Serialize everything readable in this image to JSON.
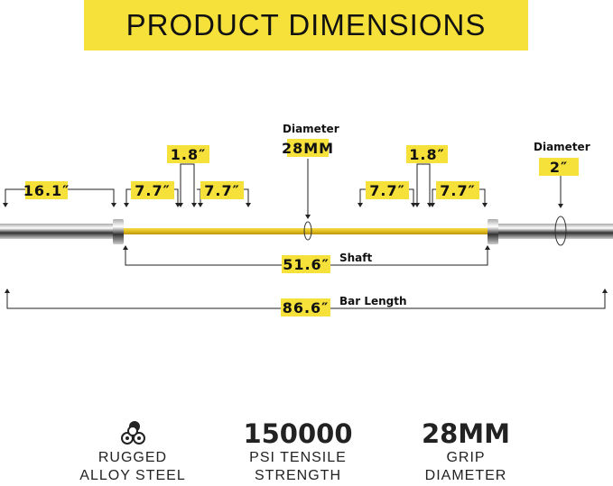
{
  "title": "PRODUCT DIMENSIONS",
  "dims": {
    "sleeve": "16.1″",
    "left_a": "7.7″",
    "left_b": "7.7″",
    "left_gap": "1.8″",
    "right_a": "7.7″",
    "right_b": "7.7″",
    "right_gap": "1.8″",
    "shaft_value": "51.6″",
    "shaft_label": "Shaft",
    "length_value": "86.6″",
    "length_label": "Bar Length",
    "grip_diam_label": "Diameter",
    "grip_diam_value": "28MM",
    "sleeve_diam_label": "Diameter",
    "sleeve_diam_value": "2″"
  },
  "features": [
    {
      "icon": "steel-rods-icon",
      "line1": "RUGGED",
      "line2": "ALLOY STEEL"
    },
    {
      "value": "150000",
      "line1": "PSI TENSILE",
      "line2": "STRENGTH"
    },
    {
      "value": "28MM",
      "line1": "GRIP",
      "line2": "DIAMETER"
    }
  ],
  "colors": {
    "accent": "#f6e13a",
    "shaft": "#e6c52a"
  }
}
